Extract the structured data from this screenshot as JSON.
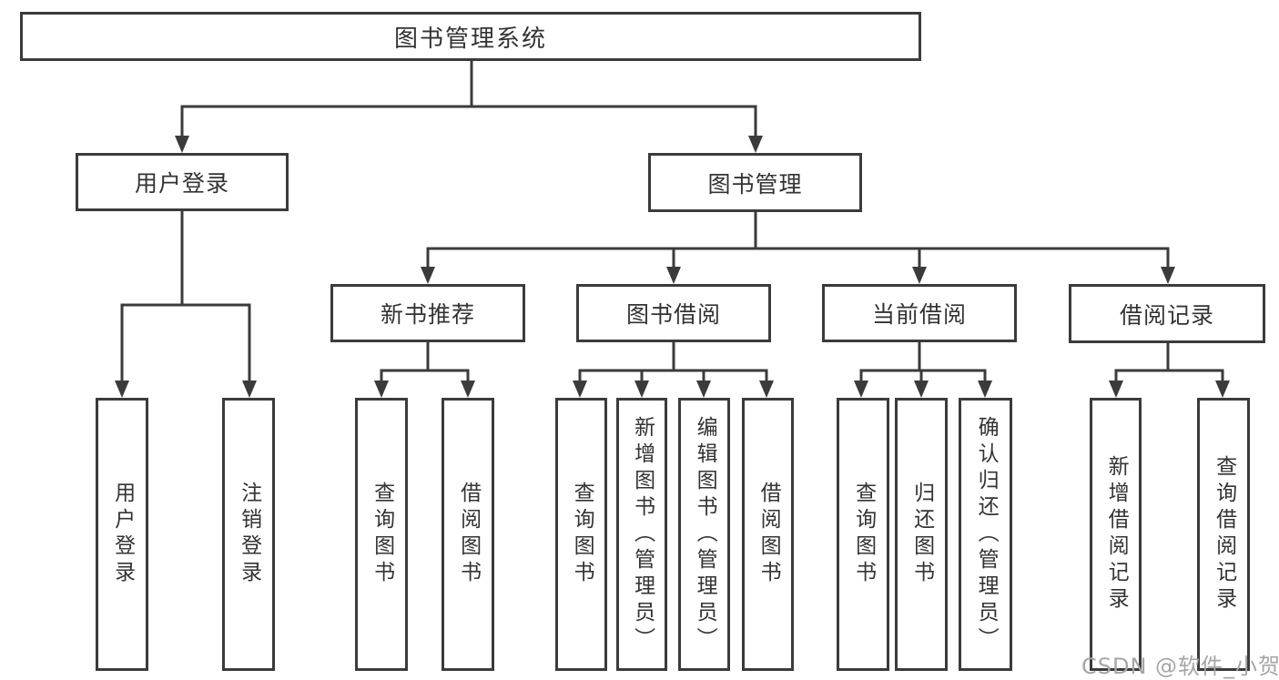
{
  "title": "图书管理系统",
  "nodes": {
    "user_login": {
      "label": "用户登录",
      "children": [
        "用户登录",
        "注销登录"
      ]
    },
    "book_mgmt": {
      "label": "图书管理"
    },
    "new_books": {
      "label": "新书推荐",
      "children": [
        "查询图书",
        "借阅图书"
      ]
    },
    "book_borrow": {
      "label": "图书借阅",
      "children": [
        "查询图书",
        "新增图书（管理员）",
        "编辑图书（管理员）",
        "借阅图书"
      ]
    },
    "current_borrow": {
      "label": "当前借阅",
      "children": [
        "查询图书",
        "归还图书",
        "确认归还（管理员）"
      ]
    },
    "borrow_records": {
      "label": "借阅记录",
      "children": [
        "新增借阅记录",
        "查询借阅记录"
      ]
    }
  },
  "watermark": "CSDN @软件_小贺同学",
  "colors": {
    "line": "#3b3b3b",
    "text": "#333333",
    "watermark": "#a6a6a6",
    "background": "#ffffff"
  }
}
